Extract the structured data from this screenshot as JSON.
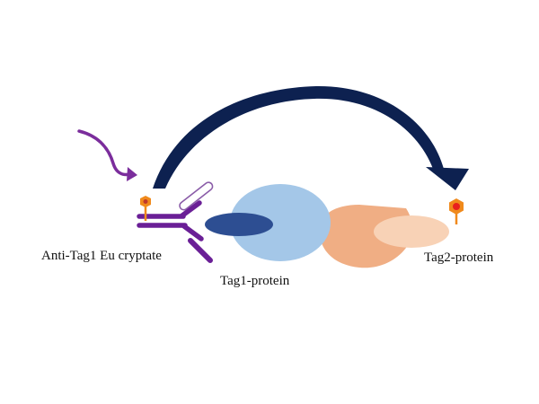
{
  "labels": {
    "donor": "Anti-Tag1 Eu cryptate",
    "tag1_protein": "Tag1-protein",
    "tag2_protein": "Tag2-protein"
  },
  "colors": {
    "excitation_arrow": "#7b2d9c",
    "transfer_arrow": "#0d2150",
    "antibody": "#6a1f96",
    "antibody_outline": "#8a5ca8",
    "donor_fluorophore": "#f08a1c",
    "acceptor_fluorophore": "#f08a1c",
    "acceptor_core": "#e8201d",
    "tag1_protein": "#a4c7e8",
    "tag1_tag": "#2d4e92",
    "tag2_protein": "#f0ae84",
    "tag2_tag": "#f8d2b6"
  },
  "icons": [
    "excitation-arrow-icon",
    "energy-transfer-arrow-icon",
    "antibody-icon",
    "donor-fluorophore-icon",
    "acceptor-fluorophore-icon"
  ]
}
